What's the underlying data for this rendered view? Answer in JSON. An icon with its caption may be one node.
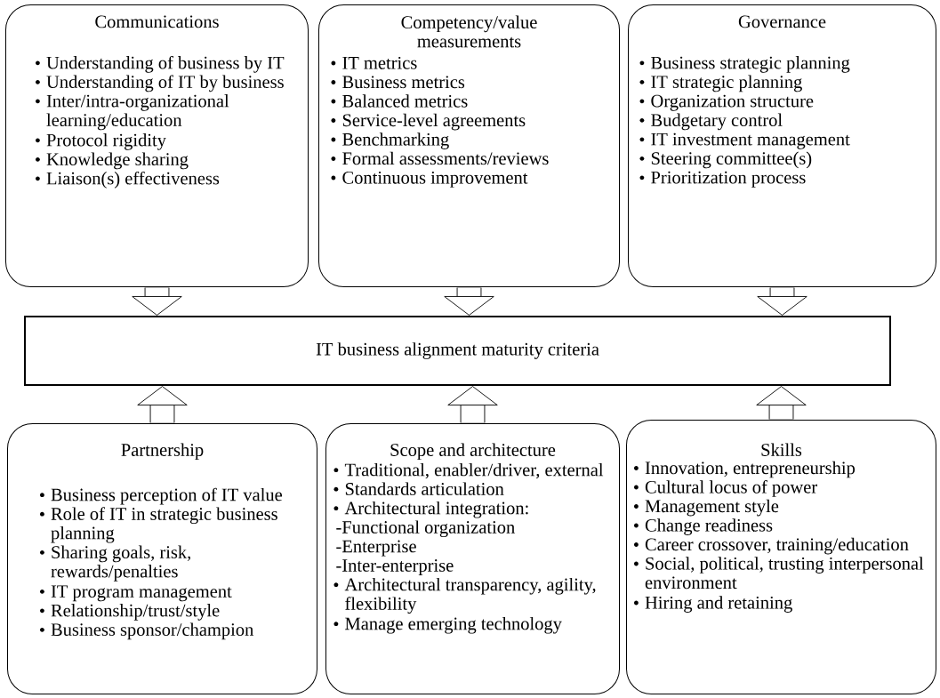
{
  "diagram": {
    "nodes": [
      {
        "text": [
          "Communications",
          "Understanding of business by IT",
          "Understanding of IT by business",
          "Inter/intra-organizational learning/education",
          "Protocol rigidity",
          "Knowledge sharing",
          "Liaison(s) effectiveness"
        ]
      },
      {
        "text": [
          "Competency/value measurements",
          "IT metrics",
          "Business metrics",
          "Balanced metrics",
          "Service-level agreements",
          "Benchmarking",
          "Formal assessments/reviews",
          "Continuous improvement"
        ]
      },
      {
        "text": [
          "Governance",
          "Business strategic planning",
          "IT strategic planning",
          "Organization structure",
          "Budgetary control",
          "IT investment management",
          "Steering committee(s)",
          "Prioritization process"
        ]
      },
      {
        "text": [
          "Partnership",
          "Business perception of IT value",
          "Role of IT in strategic business planning",
          "Sharing goals, risk, rewards/penalties",
          "IT program management",
          "Relationship/trust/style",
          "Business sponsor/champion"
        ]
      },
      {
        "text": [
          "Scope and architecture",
          "Traditional, enabler/driver, external",
          "Standards articulation",
          "Architectural integration:",
          "-Functional organization",
          "-Enterprise",
          "-Inter-enterprise",
          "Architectural transparency, agility, flexibility",
          "Manage emerging technology"
        ]
      },
      {
        "text": [
          "Skills",
          "Innovation, entrepreneurship",
          "Cultural locus of power",
          "Management style",
          "Change readiness",
          "Career crossover, training/education",
          "Social, political, trusting interpersonal environment",
          "Hiring and retaining"
        ]
      },
      {
        "text": [
          "IT business alignment maturity criteria"
        ]
      }
    ],
    "edges": [
      {
        "from": 0,
        "to": 6,
        "arrow": "to"
      },
      {
        "from": 1,
        "to": 6,
        "arrow": "to"
      },
      {
        "from": 2,
        "to": 6,
        "arrow": "to"
      },
      {
        "from": 3,
        "to": 6,
        "arrow": "to"
      },
      {
        "from": 4,
        "to": 6,
        "arrow": "to"
      },
      {
        "from": 5,
        "to": 6,
        "arrow": "to"
      }
    ]
  }
}
